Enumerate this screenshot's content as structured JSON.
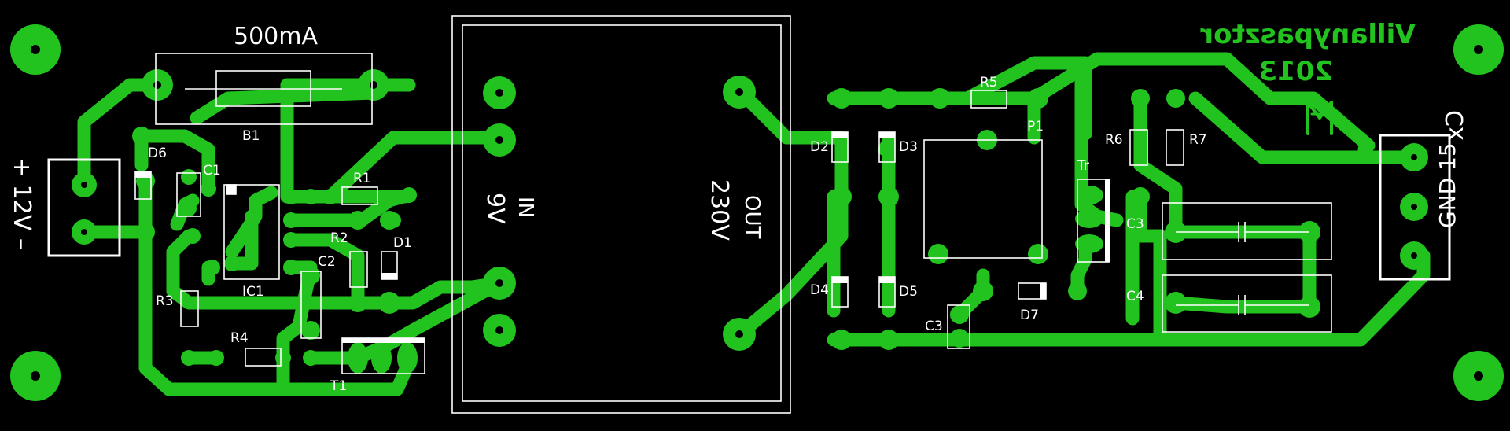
{
  "board": {
    "fuse_rating": "500mA",
    "author": "Villanypasztor",
    "year": "2013",
    "logo_glyph": "A"
  },
  "connectors": {
    "power_label": "+ 12V –",
    "output_top": "Cx",
    "output_bottom": "GND 15"
  },
  "transformer": {
    "in_label": "IN",
    "in_voltage": "9V",
    "out_label": "OUT",
    "out_voltage": "230V"
  },
  "refs": {
    "B1": "B1",
    "D6": "D6",
    "C1": "C1",
    "IC1": "IC1",
    "R1": "R1",
    "R2": "R2",
    "D1": "D1",
    "C2": "C2",
    "R3": "R3",
    "R4": "R4",
    "T1": "T1",
    "D2": "D2",
    "D3": "D3",
    "D4": "D4",
    "D5": "D5",
    "R5": "R5",
    "P1": "P1",
    "Tr": "Tr",
    "R6": "R6",
    "R7": "R7",
    "C3a": "C3",
    "C4": "C4",
    "C3b": "C3",
    "D7": "D7"
  },
  "colors": {
    "copper": "#22c21f",
    "silkscreen": "#ffffff",
    "board": "#000000"
  }
}
